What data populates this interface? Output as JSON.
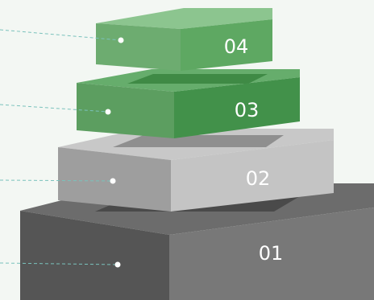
{
  "layers": [
    {
      "label": "01",
      "top": "#6c6c6c",
      "side": "#555555",
      "front": "#787878",
      "inner": "#4a4a4a"
    },
    {
      "label": "02",
      "top": "#c8c8c8",
      "side": "#9e9e9e",
      "front": "#c4c4c4",
      "inner": "#8f8f8f"
    },
    {
      "label": "03",
      "top": "#66ad6c",
      "side": "#5c9e60",
      "front": "#42914a",
      "inner": "#3f8a45"
    },
    {
      "label": "04",
      "top": "#8cc58f",
      "side": "#6dac70",
      "front": "#5ea862",
      "inner": "#5ea862"
    }
  ],
  "connector_color": "#7ac2bc",
  "bullet_color": "#ffffff"
}
